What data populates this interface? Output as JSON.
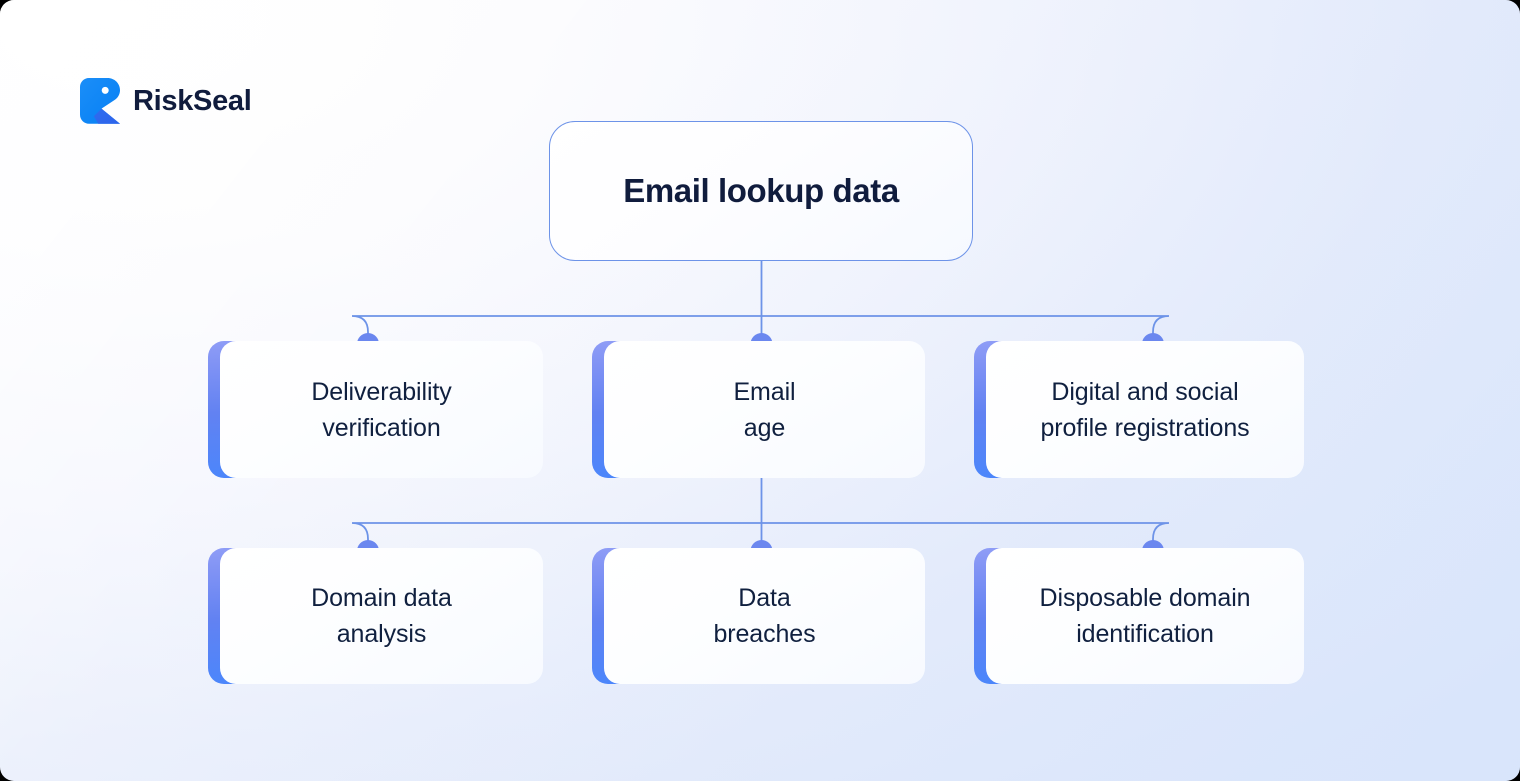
{
  "brand": {
    "name": "RiskSeal",
    "logo_icon": "riskseal-shield-logo",
    "logo_color": "#1089f5",
    "wordmark_color": "#101c3d"
  },
  "diagram": {
    "type": "tree",
    "root": {
      "label": "Email lookup data",
      "border_color": "#6d93e8",
      "text_color": "#101c3d"
    },
    "connector": {
      "line_color": "#6d93e8",
      "node_color": "#6b87ef",
      "node_radius": 11
    },
    "accent_gradient": {
      "from": "#8f9df6",
      "to": "#4b86fb"
    },
    "rows": [
      {
        "cards": [
          {
            "label": "Deliverability\nverification"
          },
          {
            "label": "Email\nage"
          },
          {
            "label": "Digital and social\nprofile registrations"
          }
        ]
      },
      {
        "cards": [
          {
            "label": "Domain data\nanalysis"
          },
          {
            "label": "Data\nbreaches"
          },
          {
            "label": "Disposable domain\nidentification"
          }
        ]
      }
    ]
  }
}
